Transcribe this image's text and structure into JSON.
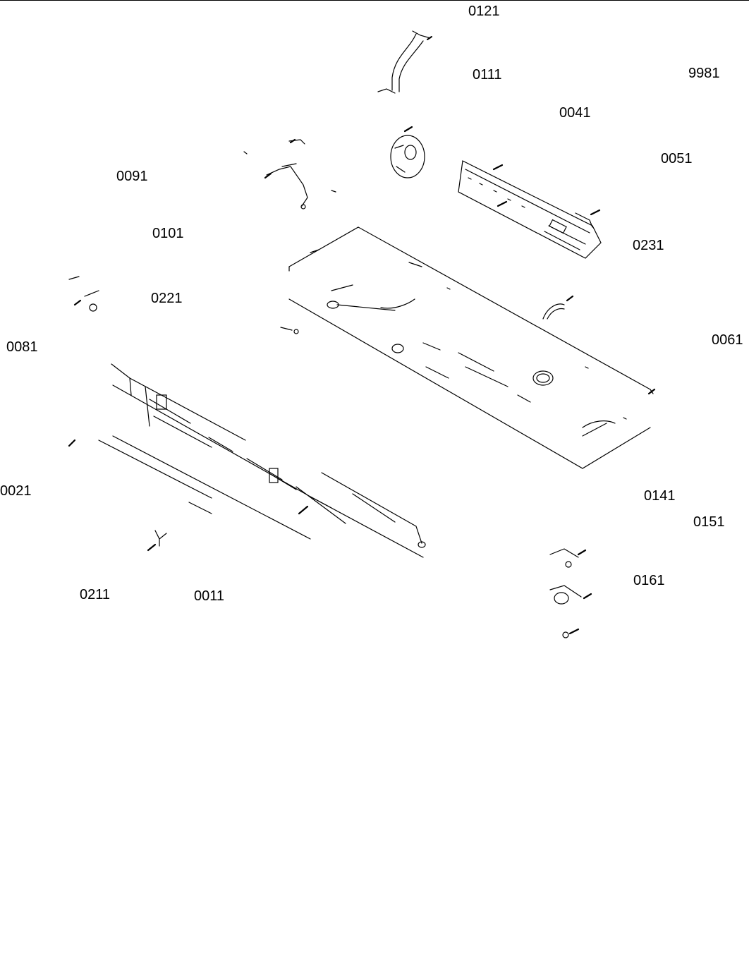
{
  "diagram": {
    "callouts": [
      {
        "id": "c0121",
        "text": "0121"
      },
      {
        "id": "c0111",
        "text": "0111"
      },
      {
        "id": "c9981",
        "text": "9981"
      },
      {
        "id": "c0041",
        "text": "0041"
      },
      {
        "id": "c0051",
        "text": "0051"
      },
      {
        "id": "c0091",
        "text": "0091"
      },
      {
        "id": "c0101",
        "text": "0101"
      },
      {
        "id": "c0231",
        "text": "0231"
      },
      {
        "id": "c0221",
        "text": "0221"
      },
      {
        "id": "c0081",
        "text": "0081"
      },
      {
        "id": "c0061",
        "text": "0061"
      },
      {
        "id": "c0021",
        "text": "0021"
      },
      {
        "id": "c0141",
        "text": "0141"
      },
      {
        "id": "c0151",
        "text": "0151"
      },
      {
        "id": "c0161",
        "text": "0161"
      },
      {
        "id": "c0211",
        "text": "0211"
      },
      {
        "id": "c0011",
        "text": "0011"
      }
    ],
    "line_color": "#000000",
    "background": "#ffffff"
  }
}
